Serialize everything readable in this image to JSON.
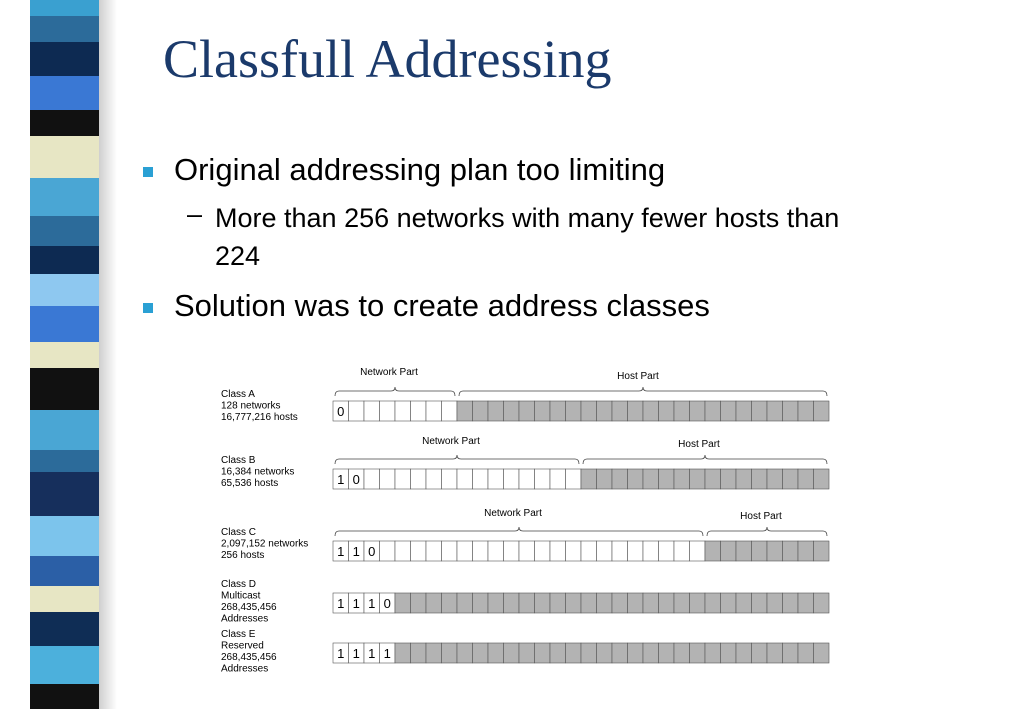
{
  "slide": {
    "title": "Classfull Addressing",
    "bullets": [
      "Original addressing plan too limiting",
      "Solution was to create address classes"
    ],
    "sub_bullet": {
      "dash": "–",
      "line1": "More than 256 networks with many fewer hosts than",
      "line2": "224"
    }
  },
  "diagram": {
    "total_bits": 32,
    "network_label": "Network Part",
    "host_label": "Host Part",
    "classes": [
      {
        "name": "Class A",
        "lines": [
          "Class A",
          "128 networks",
          "16,777,216 hosts"
        ],
        "prefix": [
          "0"
        ],
        "network_bits": 8,
        "host_bits": 24
      },
      {
        "name": "Class B",
        "lines": [
          "Class B",
          "16,384 networks",
          "65,536 hosts"
        ],
        "prefix": [
          "1",
          "0"
        ],
        "network_bits": 16,
        "host_bits": 16
      },
      {
        "name": "Class C",
        "lines": [
          "Class C",
          "2,097,152 networks",
          "256 hosts"
        ],
        "prefix": [
          "1",
          "1",
          "0"
        ],
        "network_bits": 24,
        "host_bits": 8
      },
      {
        "name": "Class D",
        "lines": [
          "Class D",
          "Multicast",
          "268,435,456",
          "Addresses"
        ],
        "prefix": [
          "1",
          "1",
          "1",
          "0"
        ],
        "network_bits": 4,
        "host_bits": 0
      },
      {
        "name": "Class E",
        "lines": [
          "Class E",
          "Reserved",
          "268,435,456",
          "Addresses"
        ],
        "prefix": [
          "1",
          "1",
          "1",
          "1"
        ],
        "network_bits": 4,
        "host_bits": 0
      }
    ]
  },
  "colors": {
    "title": "#1b3a6b",
    "bullet": "#2aa0d4",
    "host_fill": "#b3b3b3",
    "stripe": [
      "#2c6b9a",
      "#3aa0d0",
      "#111111",
      "#e7e6c4",
      "#3a78d4",
      "#4aa6d4",
      "#0d2a52",
      "#8ec8f0",
      "#162f5c",
      "#7cc4ec",
      "#2b5fa6",
      "#0f2d55",
      "#4cb0dc"
    ]
  }
}
